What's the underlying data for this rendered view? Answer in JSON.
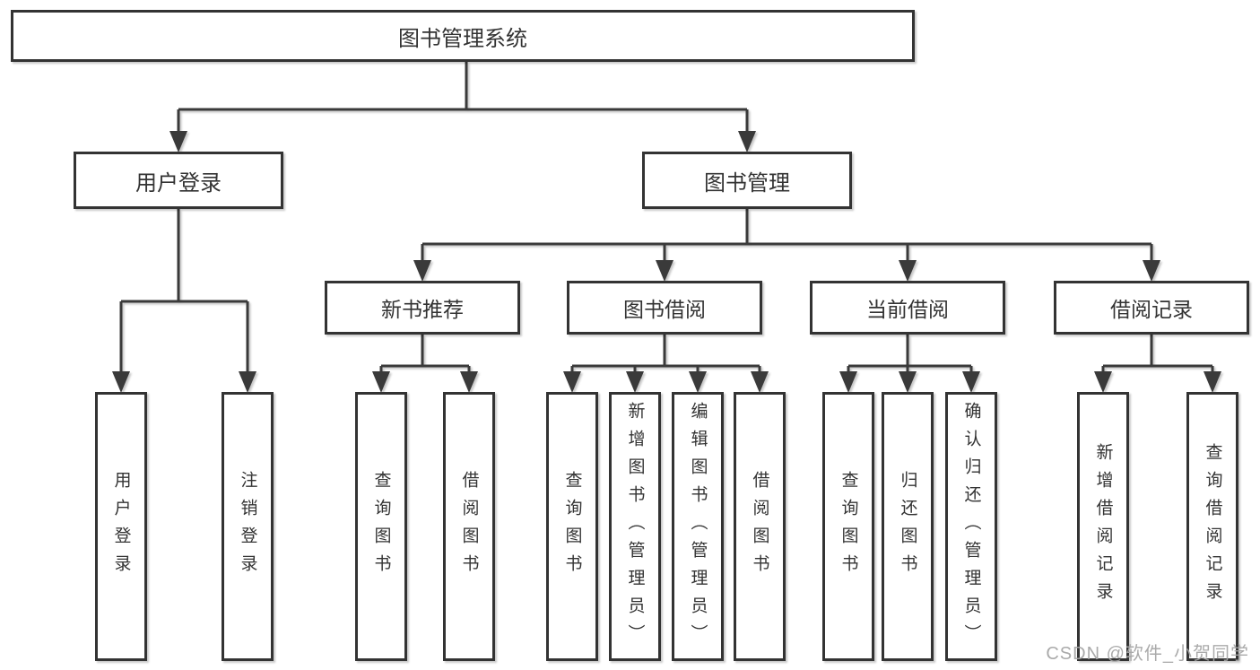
{
  "tree": {
    "label": "图书管理系统",
    "children": [
      {
        "label": "用户登录",
        "children": [
          {
            "label": "用户登录"
          },
          {
            "label": "注销登录"
          }
        ]
      },
      {
        "label": "图书管理",
        "children": [
          {
            "label": "新书推荐",
            "children": [
              {
                "label": "查询图书"
              },
              {
                "label": "借阅图书"
              }
            ]
          },
          {
            "label": "图书借阅",
            "children": [
              {
                "label": "查询图书"
              },
              {
                "label": "新增图书（管理员）"
              },
              {
                "label": "编辑图书（管理员）"
              },
              {
                "label": "借阅图书"
              }
            ]
          },
          {
            "label": "当前借阅",
            "children": [
              {
                "label": "查询图书"
              },
              {
                "label": "归还图书"
              },
              {
                "label": "确认归还（管理员）"
              }
            ]
          },
          {
            "label": "借阅记录",
            "children": [
              {
                "label": "新增借阅记录"
              },
              {
                "label": "查询借阅记录"
              }
            ]
          }
        ]
      }
    ]
  },
  "watermark": {
    "text": "CSDN @软件_小贺同学"
  },
  "colors": {
    "line": "#3a3a3a",
    "box_border": "#333333",
    "text": "#333333",
    "watermark": "#a5a5a5",
    "background": "#ffffff"
  }
}
